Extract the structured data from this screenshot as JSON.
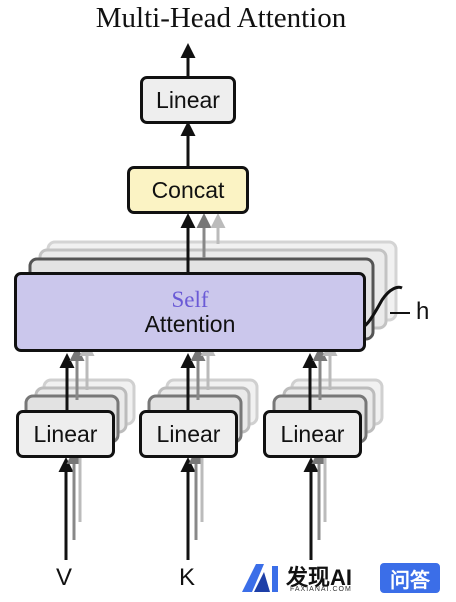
{
  "title": "Multi-Head Attention",
  "boxes": {
    "linear_top": "Linear",
    "concat": "Concat",
    "self": "Self",
    "attention": "Attention",
    "linear_v": "Linear",
    "linear_k": "Linear",
    "linear_q": "Linear"
  },
  "labels": {
    "h": "h",
    "v": "V",
    "k": "K"
  },
  "watermark": {
    "brand": "发现AI",
    "site": "FAXIANAI.COM",
    "badge": "问答"
  },
  "colors": {
    "concat_fill": "#fbf3c4",
    "attention_fill": "#cbc7ec",
    "linear_fill": "#eeeeee",
    "self_text": "#6a5ad6",
    "watermark_blue": "#3b6ee8"
  }
}
